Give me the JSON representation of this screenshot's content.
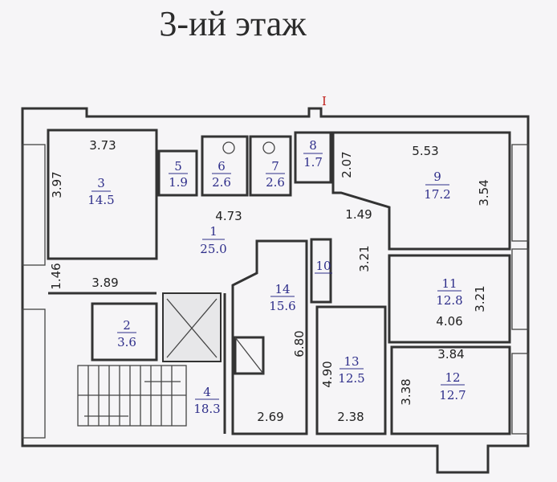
{
  "title": "3-ий этаж",
  "entrance_marker": "I",
  "rooms": [
    {
      "number": "1",
      "area": "25.0"
    },
    {
      "number": "2",
      "area": "3.6"
    },
    {
      "number": "3",
      "area": "14.5"
    },
    {
      "number": "4",
      "area": "18.3"
    },
    {
      "number": "5",
      "area": "1.9"
    },
    {
      "number": "6",
      "area": "2.6"
    },
    {
      "number": "7",
      "area": "2.6"
    },
    {
      "number": "8",
      "area": "1.7"
    },
    {
      "number": "9",
      "area": "17.2"
    },
    {
      "number": "10",
      "area": ""
    },
    {
      "number": "11",
      "area": "12.8"
    },
    {
      "number": "12",
      "area": "12.7"
    },
    {
      "number": "13",
      "area": "12.5"
    },
    {
      "number": "14",
      "area": "15.6"
    }
  ],
  "dimensions": [
    "3.73",
    "3.97",
    "4.73",
    "2.07",
    "5.53",
    "3.54",
    "1.49",
    "3.21",
    "1.46",
    "3.89",
    "3.21",
    "4.06",
    "6.80",
    "3.84",
    "4.90",
    "3.38",
    "2.69",
    "2.38"
  ],
  "colors": {
    "room_label": "#2e2e8a",
    "marker": "#c0201c",
    "wall": "#333333"
  }
}
